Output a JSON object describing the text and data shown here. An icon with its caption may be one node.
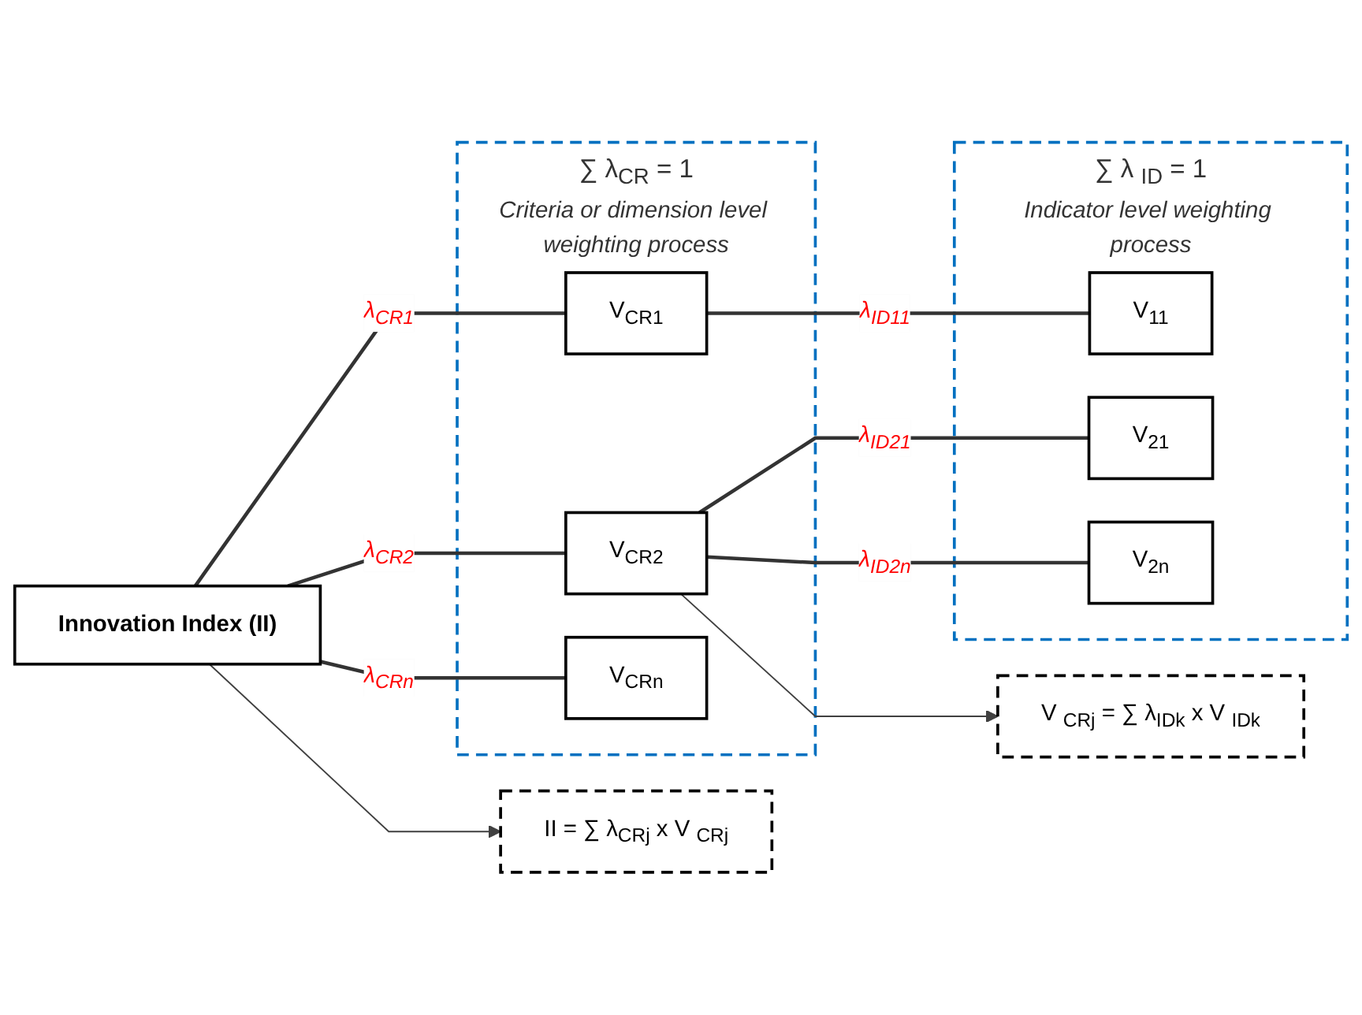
{
  "diagram": {
    "nodes": [
      {
        "text": [
          "Innovation Index (II)"
        ]
      },
      {
        "text": [
          "∑ λ$_{CR}$ = 1",
          "Criteria or dimension level weighting process"
        ]
      },
      {
        "text": [
          "V$_{CR1}$"
        ],
        "in": 1
      },
      {
        "text": [
          "V$_{CR2}$"
        ],
        "in": 1
      },
      {
        "text": [
          "V$_{CRn}$"
        ],
        "in": 1
      },
      {
        "text": [
          "∑ λ $_{ID}$ = 1",
          "Indicator level weighting process"
        ]
      },
      {
        "text": [
          "V$_{11}$"
        ],
        "in": 5
      },
      {
        "text": [
          "V$_{21}$"
        ],
        "in": 5
      },
      {
        "text": [
          "V$_{2n}$"
        ],
        "in": 5
      },
      {
        "text": [
          "II = ∑ λ$_{CRj}$ x V $_{CRj}$"
        ]
      },
      {
        "text": [
          "V $_{CRj}$ = ∑ λ$_{IDk}$ x V $_{IDk}$"
        ]
      }
    ],
    "edges": [
      {
        "from": 0,
        "to": 2,
        "arrow": "none",
        "label": "λ$_{CR1}$"
      },
      {
        "from": 0,
        "to": 3,
        "arrow": "none",
        "label": "λ$_{CR2}$"
      },
      {
        "from": 0,
        "to": 4,
        "arrow": "none",
        "label": "λ$_{CRn}$"
      },
      {
        "from": 2,
        "to": 6,
        "arrow": "none",
        "label": "λ$_{ID11}$"
      },
      {
        "from": 3,
        "to": 7,
        "arrow": "none",
        "label": "λ$_{ID21}$"
      },
      {
        "from": 3,
        "to": 8,
        "arrow": "none",
        "label": "λ$_{ID2n}$"
      },
      {
        "from": 0,
        "to": 9,
        "arrow": "to",
        "color": "#404040"
      },
      {
        "from": 3,
        "to": 10,
        "arrow": "to",
        "color": "#404040"
      }
    ]
  }
}
